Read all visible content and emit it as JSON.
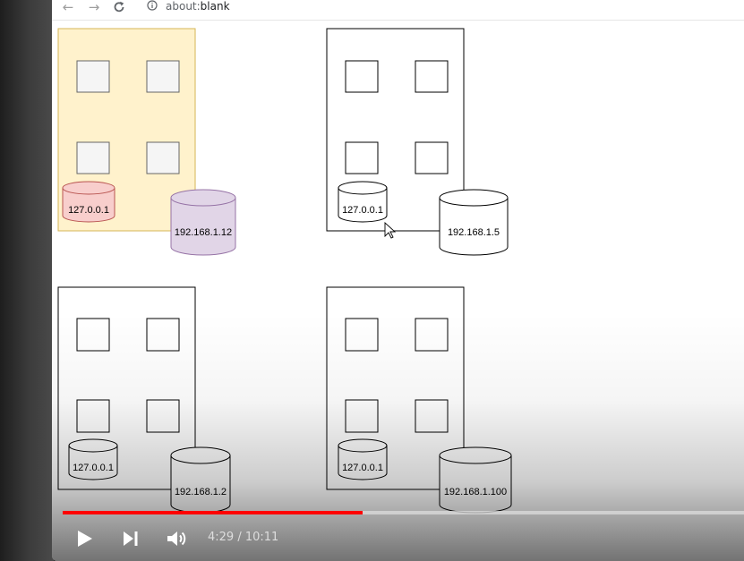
{
  "browser": {
    "back_icon": "back-arrow-icon",
    "forward_icon": "forward-arrow-icon",
    "reload_icon": "reload-icon",
    "info_icon": "info-icon",
    "url_prefix": "about:",
    "url_main": "blank"
  },
  "diagram": {
    "buildings": [
      {
        "local_ip": "127.0.0.1",
        "public_ip": "192.168.1.12",
        "highlighted": true
      },
      {
        "local_ip": "127.0.0.1",
        "public_ip": "192.168.1.5",
        "highlighted": false
      },
      {
        "local_ip": "127.0.0.1",
        "public_ip": "192.168.1.2",
        "highlighted": false
      },
      {
        "local_ip": "127.0.0.1",
        "public_ip": "192.168.1.100",
        "highlighted": false
      }
    ],
    "colors": {
      "building_fill": "#fff2cc",
      "building_stroke": "#d6b656",
      "window_fill": "#f5f5f5",
      "local_db_fill": "#f8cecc",
      "local_db_stroke": "#b85450",
      "public_db_fill": "#e1d5e7",
      "public_db_stroke": "#9673a6"
    }
  },
  "player": {
    "play_icon": "play-icon",
    "next_icon": "next-icon",
    "volume_icon": "volume-icon",
    "time": "4:29 / 10:11",
    "progress": 0.44,
    "progress_color": "#ff0000"
  }
}
